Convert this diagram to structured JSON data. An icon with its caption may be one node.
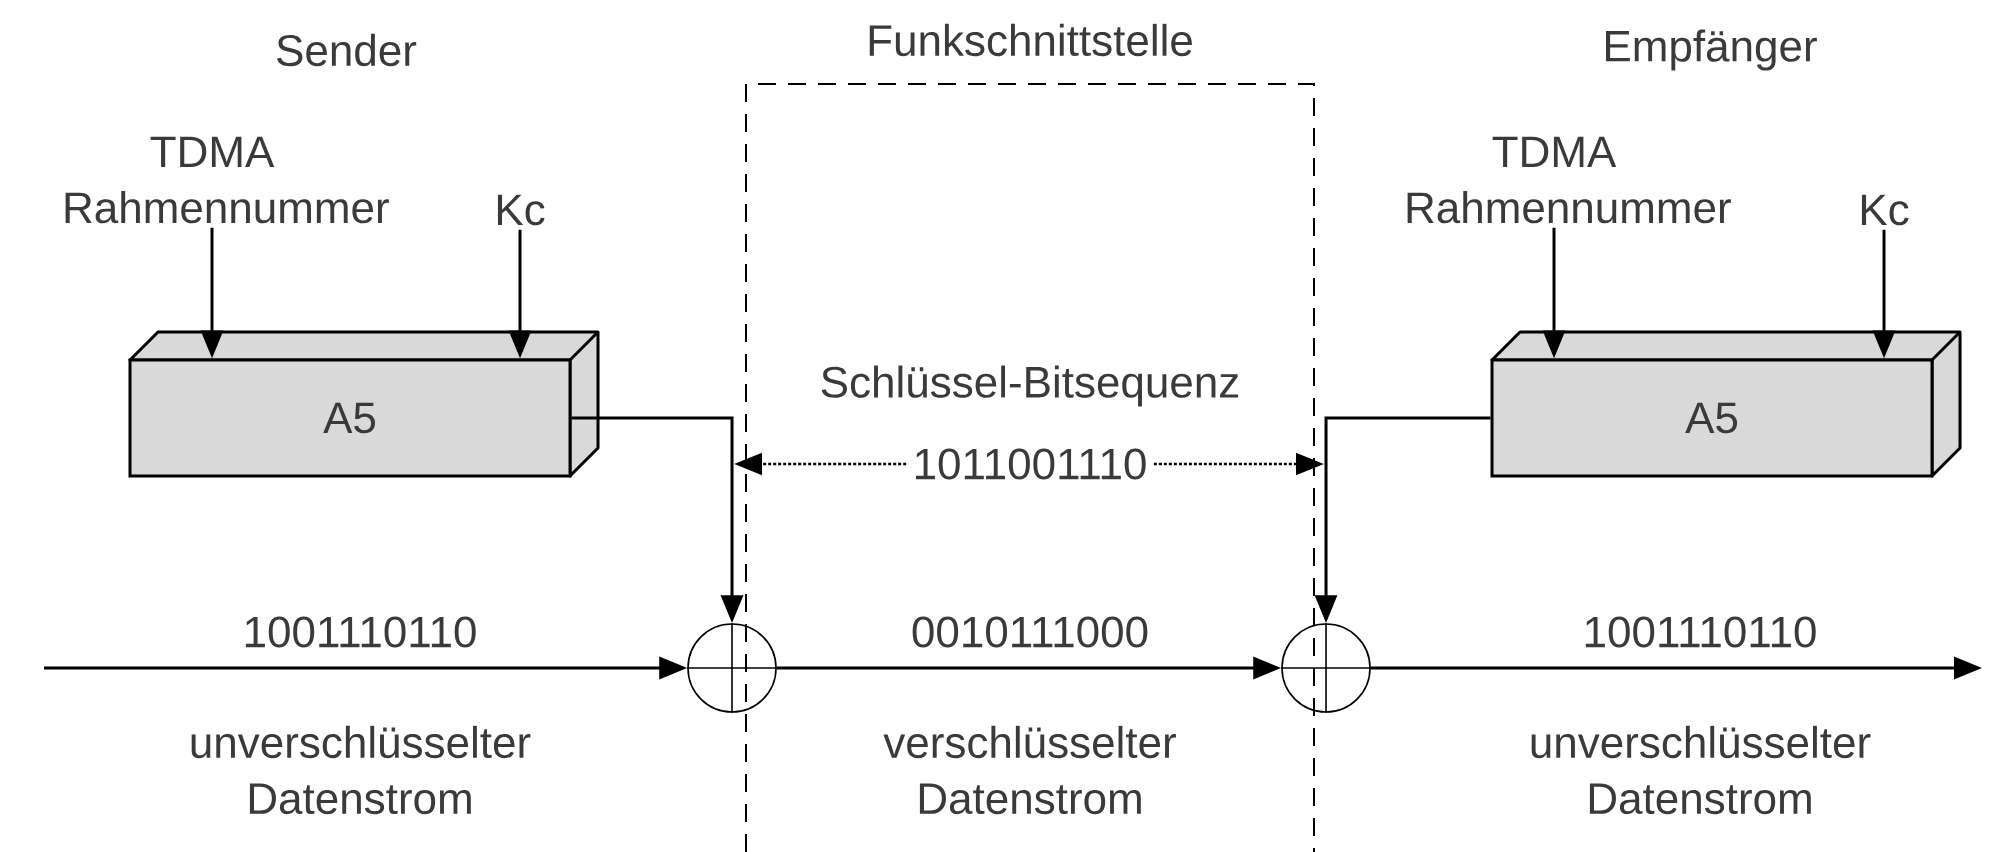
{
  "diagram": {
    "nodes": [
      {
        "text": [
          "A5"
        ]
      },
      {
        "text": [
          "A5"
        ]
      },
      {
        "text": [],
        "shape": "circle"
      },
      {
        "text": [],
        "shape": "circle"
      },
      {
        "text": [
          "TDMA Rahmennummer"
        ]
      },
      {
        "text": [
          "Kc"
        ]
      },
      {
        "text": [
          "TDMA Rahmennummer"
        ]
      },
      {
        "text": [
          "Kc"
        ]
      },
      {
        "text": [
          "1011001110"
        ]
      }
    ],
    "edges": [
      {
        "from": 4,
        "to": 0,
        "arrow": "to"
      },
      {
        "from": 5,
        "to": 0,
        "arrow": "to"
      },
      {
        "from": 6,
        "to": 1,
        "arrow": "to"
      },
      {
        "from": 7,
        "to": 1,
        "arrow": "to"
      },
      {
        "from": 0,
        "to": 2,
        "arrow": "to"
      },
      {
        "from": 1,
        "to": 3,
        "arrow": "to"
      },
      {
        "from": 8,
        "to": null,
        "arrow": "to",
        "style": "dashed"
      },
      {
        "from": 8,
        "to": null,
        "arrow": "to",
        "style": "dashed"
      },
      {
        "from": null,
        "to": 2,
        "arrow": "to",
        "label": "1001110110"
      },
      {
        "from": 2,
        "to": 3,
        "arrow": "to",
        "label": "0010111000"
      },
      {
        "from": 3,
        "to": null,
        "arrow": "to",
        "label": "1001110110"
      }
    ],
    "labels": [
      "Sender",
      "Funkschnittstelle",
      "Empfänger",
      "Schlüssel-Bitsequenz",
      "unverschlüsselter Datenstrom",
      "verschlüsselter Datenstrom",
      "unverschlüsselter Datenstrom"
    ]
  }
}
